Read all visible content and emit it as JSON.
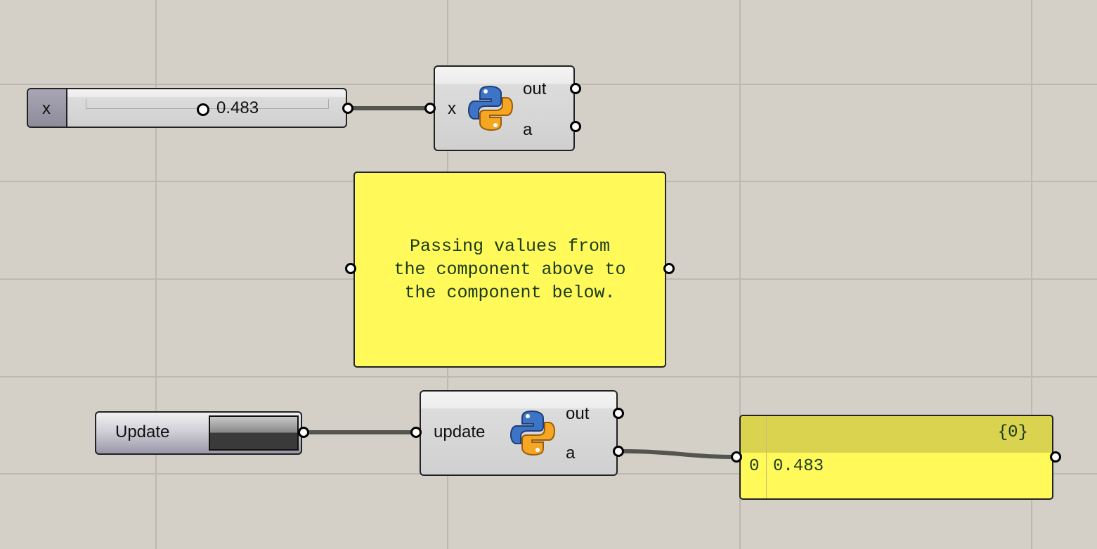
{
  "slider": {
    "name": "x",
    "value": "0.483",
    "fraction": 0.483
  },
  "python_top": {
    "inputs": [
      "x"
    ],
    "outputs": [
      "out",
      "a"
    ]
  },
  "panel_note": {
    "text_lines": [
      "Passing values from",
      "the component above to",
      "the component below."
    ]
  },
  "button": {
    "label": "Update"
  },
  "python_bottom": {
    "inputs": [
      "update"
    ],
    "outputs": [
      "out",
      "a"
    ]
  },
  "panel_output": {
    "path": "{0}",
    "index": "0",
    "value": "0.483"
  },
  "colors": {
    "canvas": "#d4d0c8",
    "panel": "#fffa5a",
    "wire": "#555550"
  }
}
